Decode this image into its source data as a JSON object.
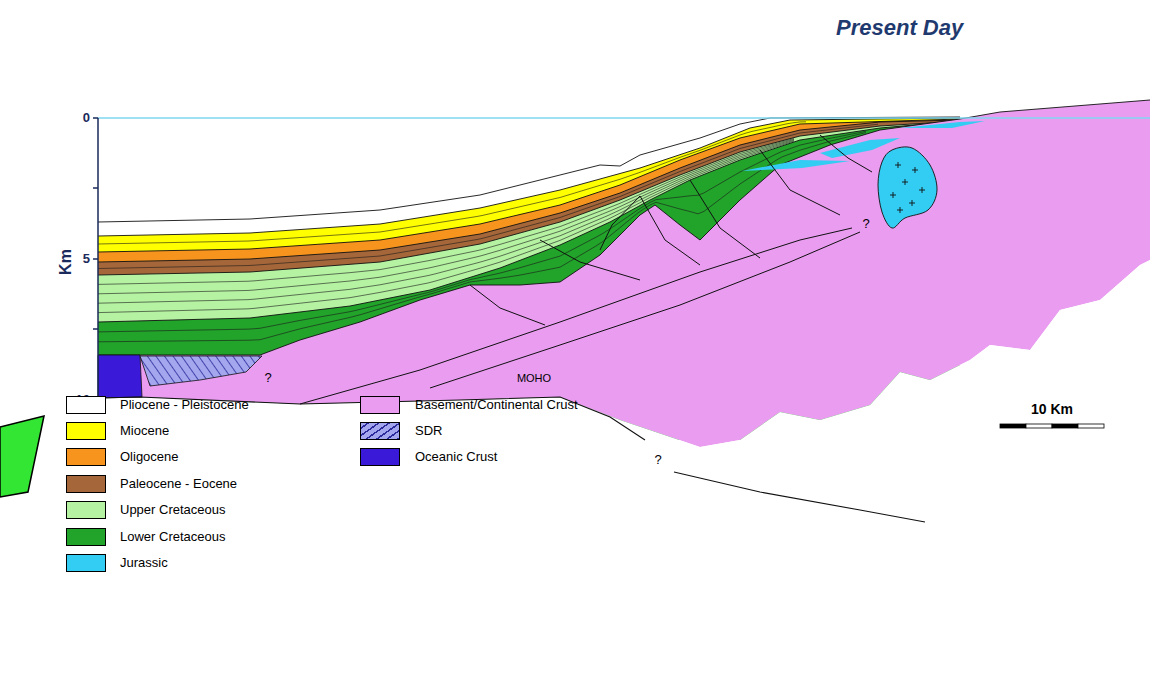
{
  "diagram": {
    "title": "Present Day",
    "labels": [
      "0",
      "5",
      "10",
      "Km",
      "MOHO",
      "?",
      "?",
      "?",
      "10 Km"
    ],
    "legend": [
      {
        "text": "Pliocene - Pleistocene",
        "color": "#ffffff"
      },
      {
        "text": "Miocene",
        "color": "#ffff00"
      },
      {
        "text": "Oligocene",
        "color": "#f7941d"
      },
      {
        "text": "Paleocene - Eocene",
        "color": "#a5673a"
      },
      {
        "text": "Upper Cretaceous",
        "color": "#b5f2a2"
      },
      {
        "text": "Lower Cretaceous",
        "color": "#22a32a"
      },
      {
        "text": "Jurassic",
        "color": "#33ccf2"
      },
      {
        "text": "Basement/Continental Crust",
        "color": "#e99cf0"
      },
      {
        "text": "SDR"
      },
      {
        "text": "Oceanic Crust",
        "color": "#3a1ad8"
      }
    ]
  }
}
